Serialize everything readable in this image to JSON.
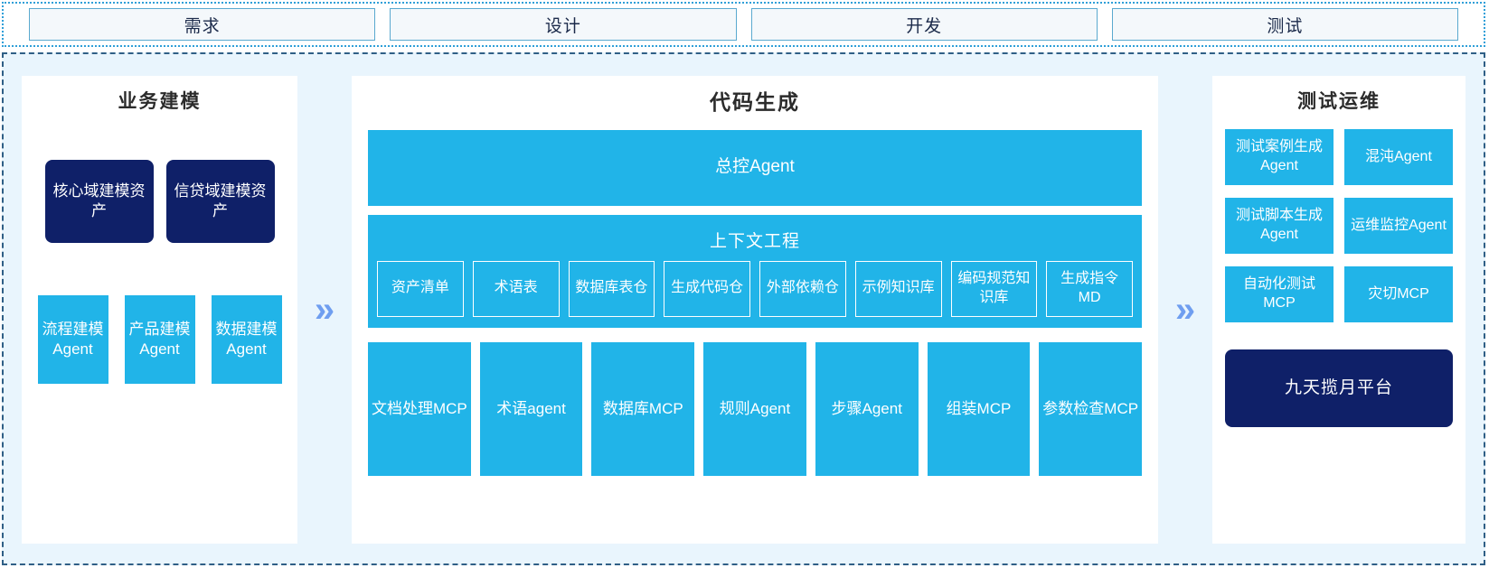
{
  "phases": [
    {
      "label": "需求"
    },
    {
      "label": "设计"
    },
    {
      "label": "开发"
    },
    {
      "label": "测试"
    }
  ],
  "arrows": {
    "glyph": "»",
    "color": "#6f9ef0",
    "name": "double-chevron-right"
  },
  "colors": {
    "navy": "#0f2068",
    "cyan": "#21b4e8",
    "panel_bg": "#ffffff",
    "stage_bg": "#e9f5fd",
    "phase_box_bg": "#f4f8fb",
    "phase_border": "#5aa9cf",
    "arrow": "#6f9ef0"
  },
  "business_modeling": {
    "title": "业务建模",
    "assets": [
      {
        "label": "核心域建模资产"
      },
      {
        "label": "信贷域建模资产"
      }
    ],
    "agents": [
      {
        "label": "流程建模Agent"
      },
      {
        "label": "产品建模Agent"
      },
      {
        "label": "数据建模Agent"
      }
    ]
  },
  "code_generation": {
    "title": "代码生成",
    "control_agent": {
      "label": "总控Agent"
    },
    "context_engineering": {
      "title": "上下文工程",
      "items": [
        {
          "label": "资产清单"
        },
        {
          "label": "术语表"
        },
        {
          "label": "数据库表仓"
        },
        {
          "label": "生成代码仓"
        },
        {
          "label": "外部依赖仓"
        },
        {
          "label": "示例知识库"
        },
        {
          "label": "编码规范知识库"
        },
        {
          "label": "生成指令MD"
        }
      ]
    },
    "tools": [
      {
        "label": "文档处理MCP"
      },
      {
        "label": "术语agent"
      },
      {
        "label": "数据库MCP"
      },
      {
        "label": "规则Agent"
      },
      {
        "label": "步骤Agent"
      },
      {
        "label": "组装MCP"
      },
      {
        "label": "参数检查MCP"
      }
    ]
  },
  "test_ops": {
    "title": "测试运维",
    "items": [
      {
        "label": "测试案例生成Agent"
      },
      {
        "label": "混沌Agent"
      },
      {
        "label": "测试脚本生成Agent"
      },
      {
        "label": "运维监控Agent"
      },
      {
        "label": "自动化测试MCP"
      },
      {
        "label": "灾切MCP"
      }
    ],
    "platform": {
      "label": "九天揽月平台"
    }
  }
}
